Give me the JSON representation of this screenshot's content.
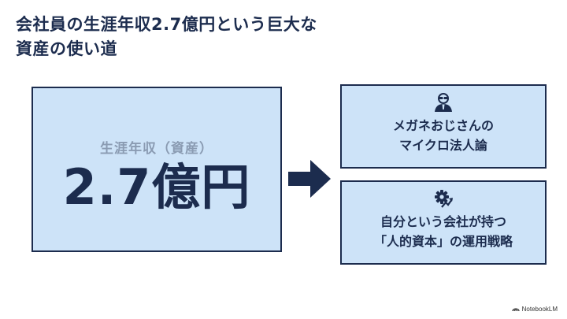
{
  "title": {
    "line1": "会社員の生涯年収2.7億円という巨大な",
    "line2": "資産の使い道"
  },
  "main": {
    "label": "生涯年収（資産）",
    "value": "2.7億円"
  },
  "cards": [
    {
      "icon": "man-with-glasses-icon",
      "line1": "メガネおじさんの",
      "line2": "マイクロ法人論"
    },
    {
      "icon": "gear-growth-icon",
      "line1": "自分という会社が持つ",
      "line2": "「人的資本」の運用戦略"
    }
  ],
  "footer": {
    "brand": "NotebookLM"
  },
  "colors": {
    "navy": "#1c2c4e",
    "box_fill": "#cde3f8",
    "label_gray": "#8a9bb2"
  }
}
